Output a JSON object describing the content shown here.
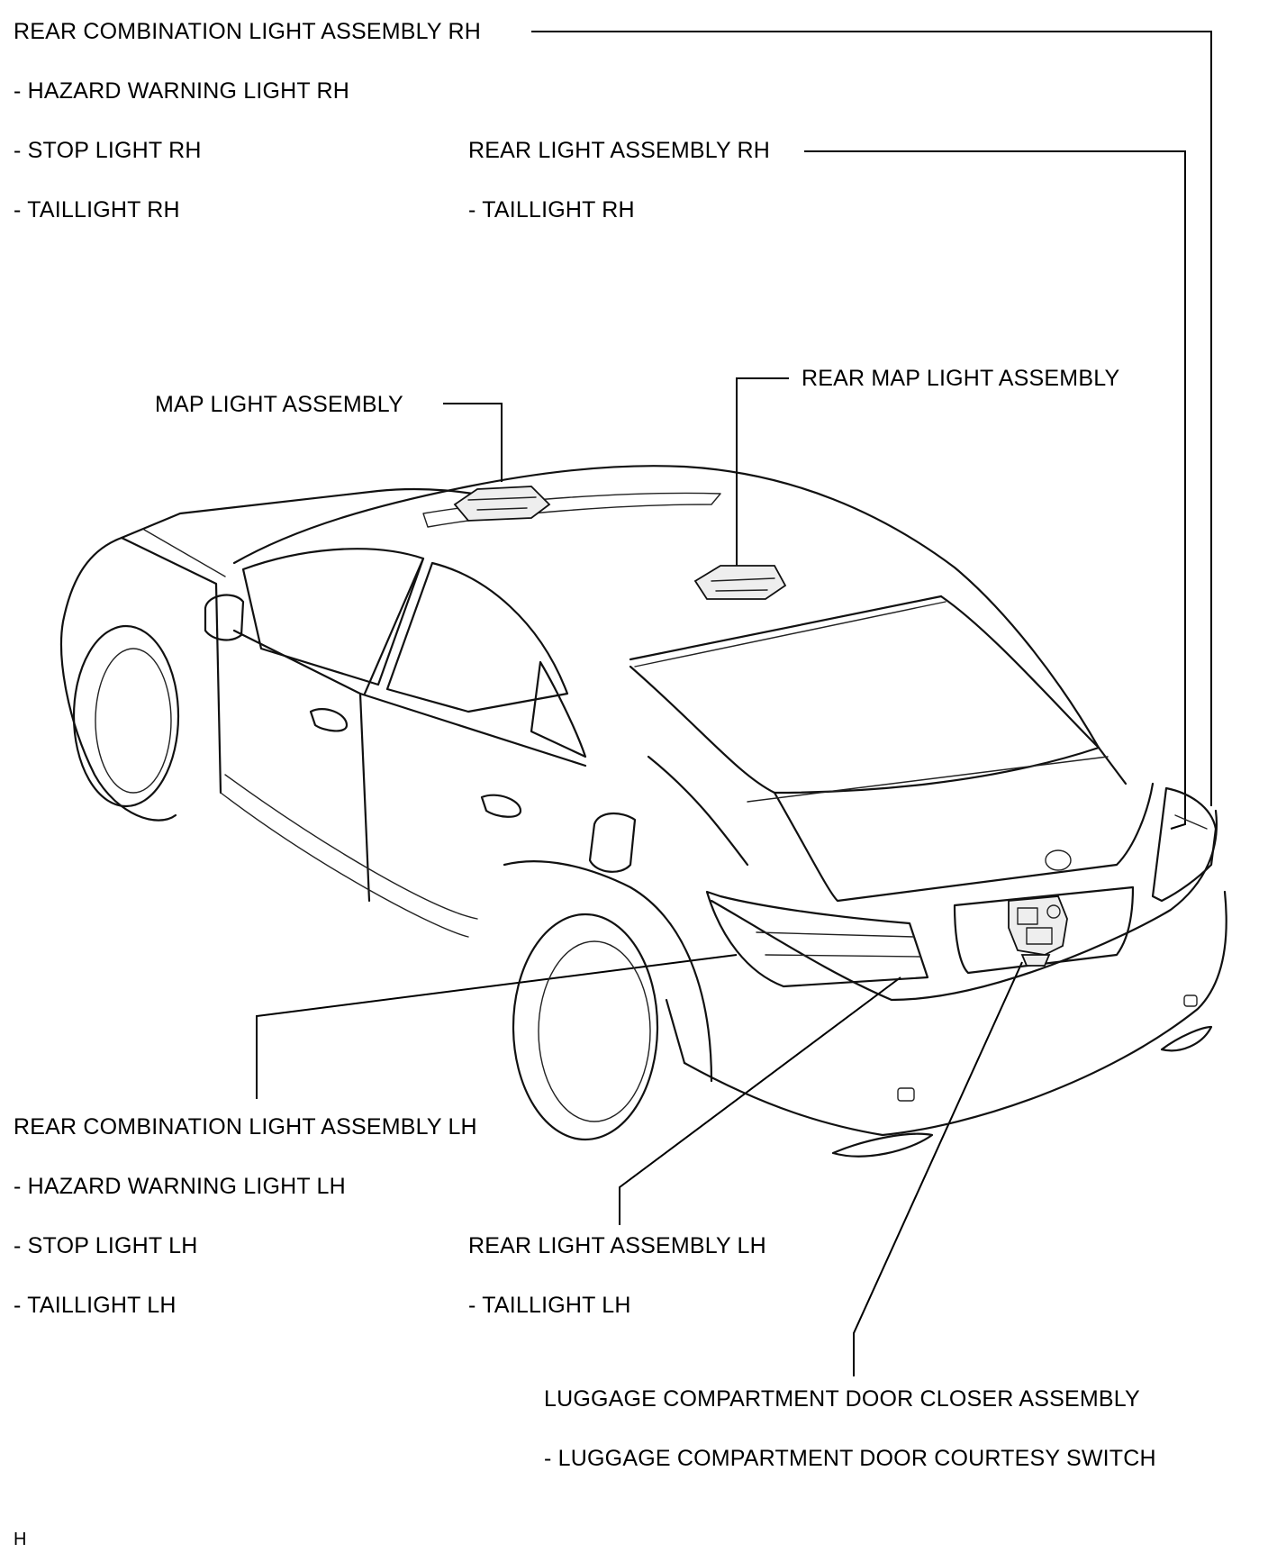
{
  "labels": {
    "rcl_rh_title": "REAR COMBINATION LIGHT ASSEMBLY RH",
    "rcl_rh_hazard": "- HAZARD WARNING LIGHT RH",
    "rcl_rh_stop": "- STOP LIGHT RH",
    "rcl_rh_tail": "- TAILLIGHT RH",
    "rl_rh_title": "REAR LIGHT ASSEMBLY RH",
    "rl_rh_tail": "- TAILLIGHT RH",
    "map_light": "MAP LIGHT ASSEMBLY",
    "rear_map_light": "REAR MAP LIGHT ASSEMBLY",
    "rcl_lh_title": "REAR COMBINATION LIGHT ASSEMBLY LH",
    "rcl_lh_hazard": "- HAZARD WARNING LIGHT LH",
    "rcl_lh_stop": "- STOP LIGHT LH",
    "rcl_lh_tail": "- TAILLIGHT LH",
    "rl_lh_title": "REAR LIGHT ASSEMBLY LH",
    "rl_lh_tail": "- TAILLIGHT LH",
    "closer_title": "LUGGAGE COMPARTMENT DOOR CLOSER ASSEMBLY",
    "closer_switch": "- LUGGAGE COMPARTMENT DOOR COURTESY SWITCH",
    "corner_code": "H"
  },
  "colors": {
    "line": "#000000",
    "background": "#ffffff"
  }
}
